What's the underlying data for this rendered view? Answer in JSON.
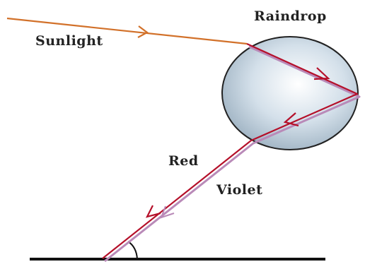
{
  "labels": {
    "sunlight": "Sunlight",
    "raindrop": "Raindrop",
    "red": "Red",
    "violet": "Violet"
  },
  "colors": {
    "sunlight_ray": "#d2712a",
    "red_ray": "#b5102a",
    "violet_ray": "#b98ab8",
    "raindrop_fill": "#c9d8e4",
    "raindrop_outline": "#222222",
    "ground": "#111111"
  }
}
